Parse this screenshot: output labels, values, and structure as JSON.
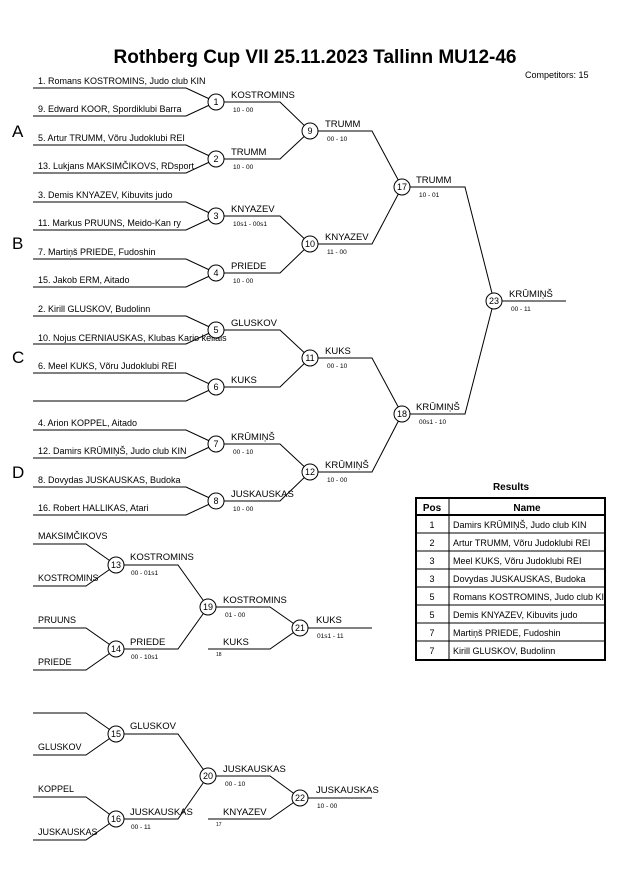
{
  "header": {
    "title": "Rothberg Cup VII  25.11.2023  Tallinn   MU12-46",
    "competitors": "Competitors: 15"
  },
  "pools": [
    "A",
    "B",
    "C",
    "D"
  ],
  "entries": [
    "1. Romans KOSTROMINS, Judo club KIN",
    "9. Edward  KOOR, Spordiklubi Barra",
    "5. Artur TRUMM, Võru Judoklubi REI",
    "13. Lukjans MAKSIMČIKOVS, RDsport",
    "3. Demis KNYAZEV, Kibuvits judo",
    "11. Markus PRUUNS, Meido-Kan ry",
    "7. Martiņš PRIEDE, Fudoshin",
    "15. Jakob ERM, Aitado",
    "2. Kirill GLUSKOV, Budolinn",
    "10. Nojus CERNIAUSKAS, Klubas Kario keliais",
    "6. Meel KUKS, Võru Judoklubi REI",
    "",
    "4. Arion KOPPEL, Aitado",
    "12. Damirs KRŪMIŅŠ, Judo club KIN",
    "8. Dovydas JUSKAUSKAS, Budoka",
    "16. Robert  HALLIKAS, Atari"
  ],
  "matches": {
    "1": {
      "num": "1",
      "winner": "KOSTROMINS",
      "score": "10 - 00"
    },
    "2": {
      "num": "2",
      "winner": "TRUMM",
      "score": "10 - 00"
    },
    "3": {
      "num": "3",
      "winner": "KNYAZEV",
      "score": "10s1 - 00s1"
    },
    "4": {
      "num": "4",
      "winner": "PRIEDE",
      "score": "10 - 00"
    },
    "5": {
      "num": "5",
      "winner": "GLUSKOV",
      "score": ""
    },
    "6": {
      "num": "6",
      "winner": "KUKS",
      "score": ""
    },
    "7": {
      "num": "7",
      "winner": "KRŪMIŅŠ",
      "score": "00 - 10"
    },
    "8": {
      "num": "8",
      "winner": "JUSKAUSKAS",
      "score": "10 - 00"
    },
    "9": {
      "num": "9",
      "winner": "TRUMM",
      "score": "00 - 10"
    },
    "10": {
      "num": "10",
      "winner": "KNYAZEV",
      "score": "11 - 00"
    },
    "11": {
      "num": "11",
      "winner": "KUKS",
      "score": "00 - 10"
    },
    "12": {
      "num": "12",
      "winner": "KRŪMIŅŠ",
      "score": "10 - 00"
    },
    "17": {
      "num": "17",
      "winner": "TRUMM",
      "score": "10 - 01"
    },
    "18": {
      "num": "18",
      "winner": "KRŪMIŅŠ",
      "score": "00s1 - 10"
    },
    "23": {
      "num": "23",
      "winner": "KRŪMIŅŠ",
      "score": "00 - 11"
    },
    "13": {
      "num": "13",
      "winner": "KOSTROMINS",
      "score": "00 - 01s1",
      "top": "MAKSIMČIKOVS",
      "bottom": "KOSTROMINS"
    },
    "14": {
      "num": "14",
      "winner": "PRIEDE",
      "score": "00 - 10s1",
      "top": "PRUUNS",
      "bottom": "PRIEDE"
    },
    "19": {
      "num": "19",
      "winner": "KOSTROMINS",
      "score": "01 - 00"
    },
    "21": {
      "num": "21",
      "winner": "KUKS",
      "score": "01s1 - 11",
      "drop": "KUKS",
      "drop_ref": "18"
    },
    "15": {
      "num": "15",
      "winner": "GLUSKOV",
      "score": "",
      "top": "",
      "bottom": "GLUSKOV"
    },
    "16": {
      "num": "16",
      "winner": "JUSKAUSKAS",
      "score": "00 - 11",
      "top": "KOPPEL",
      "bottom": "JUSKAUSKAS"
    },
    "20": {
      "num": "20",
      "winner": "JUSKAUSKAS",
      "score": "00 - 10"
    },
    "22": {
      "num": "22",
      "winner": "JUSKAUSKAS",
      "score": "10 - 00",
      "drop": "KNYAZEV",
      "drop_ref": "17"
    }
  },
  "results": {
    "title": "Results",
    "headers": [
      "Pos",
      "Name"
    ],
    "rows": [
      {
        "pos": "1",
        "name": "Damirs KRŪMIŅŠ, Judo club KIN"
      },
      {
        "pos": "2",
        "name": "Artur TRUMM, Võru Judoklubi REI"
      },
      {
        "pos": "3",
        "name": "Meel KUKS, Võru Judoklubi REI"
      },
      {
        "pos": "3",
        "name": "Dovydas JUSKAUSKAS, Budoka"
      },
      {
        "pos": "5",
        "name": "Romans KOSTROMINS, Judo club KIN"
      },
      {
        "pos": "5",
        "name": "Demis KNYAZEV, Kibuvits judo"
      },
      {
        "pos": "7",
        "name": "Martiņš PRIEDE, Fudoshin"
      },
      {
        "pos": "7",
        "name": "Kirill GLUSKOV, Budolinn"
      }
    ]
  }
}
